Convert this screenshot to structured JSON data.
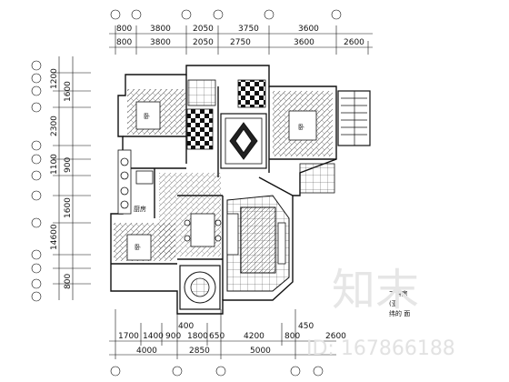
{
  "top_dims_row1": [
    "800",
    "3800",
    "2050",
    "3750",
    "3600"
  ],
  "top_dims_row2": [
    "800",
    "3800",
    "2050",
    "2750",
    "3600",
    "2600"
  ],
  "bottom_dims_row1": [
    "1700",
    "1400",
    "900",
    "1800",
    "650",
    "4200",
    "800",
    "2600"
  ],
  "bottom_dims_row2": [
    "4000",
    "2850",
    "5000"
  ],
  "bottom_extra": [
    "400",
    "450"
  ],
  "left_dims": [
    "1200",
    "2300",
    "1600",
    "900",
    "1100",
    "14600",
    "1600",
    "800"
  ],
  "room_labels": [
    "卧",
    "卧",
    "卧",
    "厨房"
  ],
  "legend_lines": [
    "7 讲房",
    "(亚",
    "纬的 面"
  ],
  "watermark": {
    "logo": "知末",
    "id_label": "ID: 167866188"
  },
  "colors": {
    "line": "#111111",
    "hatch": "#444444",
    "watermark": "#dddddd"
  }
}
